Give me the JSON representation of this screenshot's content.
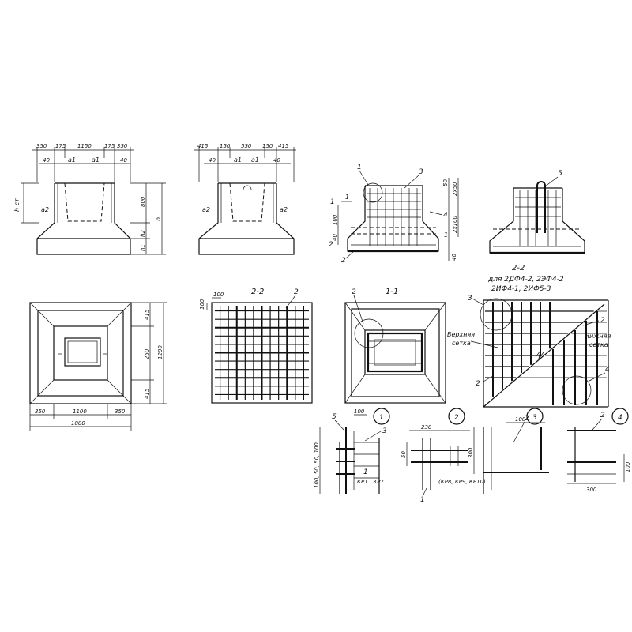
{
  "elevation_front": {
    "dims_top": [
      "350",
      "175",
      "1150",
      "175",
      "350"
    ],
    "dims_inner": [
      "40",
      "a1",
      "a1",
      "40"
    ],
    "dims_left": "h ст",
    "label_a2": "a2",
    "dims_right": [
      "800",
      "h1",
      "h"
    ],
    "dims_right_small": [
      "h2"
    ]
  },
  "elevation_side": {
    "dims_top": [
      "415",
      "150",
      "550",
      "150",
      "415"
    ],
    "dims_inner": [
      "40",
      "a1",
      "a1",
      "40"
    ],
    "label_a2_left": "a2",
    "label_a2_right": "a2"
  },
  "section_11": {
    "callouts": [
      "1",
      "3",
      "1"
    ],
    "dims_right": [
      "50",
      "2x50",
      "4",
      "2x100"
    ],
    "dims_left": [
      "100",
      "40",
      "40"
    ],
    "label_2a": "2",
    "label_2b": "2",
    "mark_1": "1",
    "mark_section": "1"
  },
  "section_22_top": {
    "callout": "5"
  },
  "plan": {
    "dims_right": [
      "415",
      "250",
      "415",
      "1200"
    ],
    "dims_bottom": [
      "350",
      "1100",
      "350"
    ],
    "total": "1800"
  },
  "mesh": {
    "title": "2-2",
    "dim_top": "100",
    "dim_left": "100",
    "callout": "2"
  },
  "section_11_plan": {
    "title": "1-1",
    "callout": "2"
  },
  "mesh_detail": {
    "title": "2-2",
    "note_line1": "для 2ДФ4-2, 2ЭФ4-2",
    "note_line2": "2ИФ4-1, 2ИФ5-3",
    "callout_3": "3",
    "callout_2a": "2",
    "callout_2b": "2",
    "callout_4": "4",
    "upper_mesh": [
      "Верхняя",
      "сетка"
    ],
    "lower_mesh": [
      "Нижняя",
      "сетка"
    ]
  },
  "node1": {
    "number": "1",
    "callout_5": "5",
    "dim_top": "100",
    "callout_3": "3",
    "dims_left": "100, 50, 50, 100",
    "callout_1": "1",
    "label": "КР1...КР7"
  },
  "node2": {
    "number": "2",
    "dim_top": "230",
    "dim_left": "50",
    "callout_1": "1",
    "label": "(КР8, КР9, КР10)"
  },
  "node3": {
    "number": "3",
    "callout": "2",
    "dim_top": "100",
    "dim_left": "300"
  },
  "node4": {
    "number": "4",
    "callout": "2",
    "dim_right": "100",
    "dim_bottom": "300"
  }
}
